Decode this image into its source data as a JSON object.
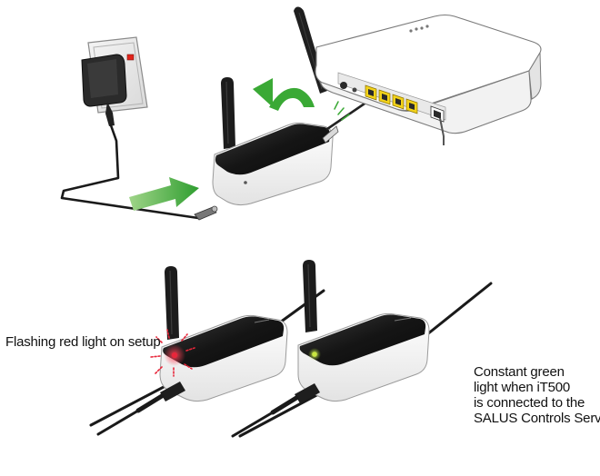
{
  "captions": {
    "setup_light": "Flashing red light on setup",
    "connected_light_lines": [
      "Constant green",
      "light when iT500",
      "is connected to the",
      "SALUS Controls Server."
    ]
  },
  "colors": {
    "arrow_green": "#3aa935",
    "led_red": "#e8263a",
    "led_green": "#c8e641",
    "port_yellow": "#f2d21a",
    "device_black": "#1b1b1b",
    "device_white": "#f7f7f7"
  },
  "icons": {
    "power_adapter": "power-adapter-icon",
    "router": "router-icon",
    "gateway": "gateway-icon",
    "arrow": "arrow-icon"
  }
}
